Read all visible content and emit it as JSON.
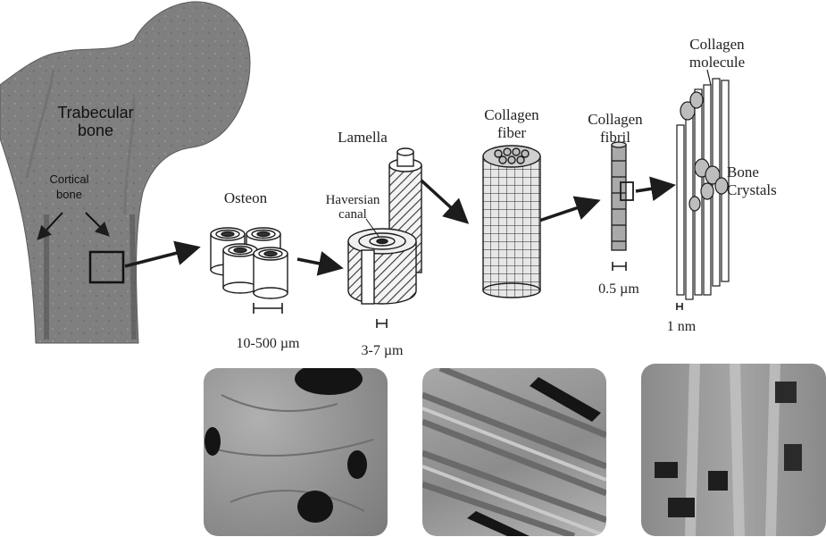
{
  "labels": {
    "trabecular_bone": "Trabecular bone",
    "cortical_bone": "Cortical bone",
    "osteon": "Osteon",
    "haversian_canal": "Haversian canal",
    "lamella": "Lamella",
    "collagen_fiber": "Collagen fiber",
    "collagen_fibril": "Collagen fibril",
    "collagen_molecule": "Collagen molecule",
    "bone_crystals": "Bone Crystals"
  },
  "scales": {
    "osteon": "10-500 µm",
    "lamella": "3-7 µm",
    "fibril": "0.5 µm",
    "molecule": "1 nm"
  },
  "colors": {
    "bone_gray": "#7d7d7d",
    "bone_dark": "#5f5f5f",
    "ink": "#1c1c1c",
    "sem_gray": "#9a9a9a"
  }
}
